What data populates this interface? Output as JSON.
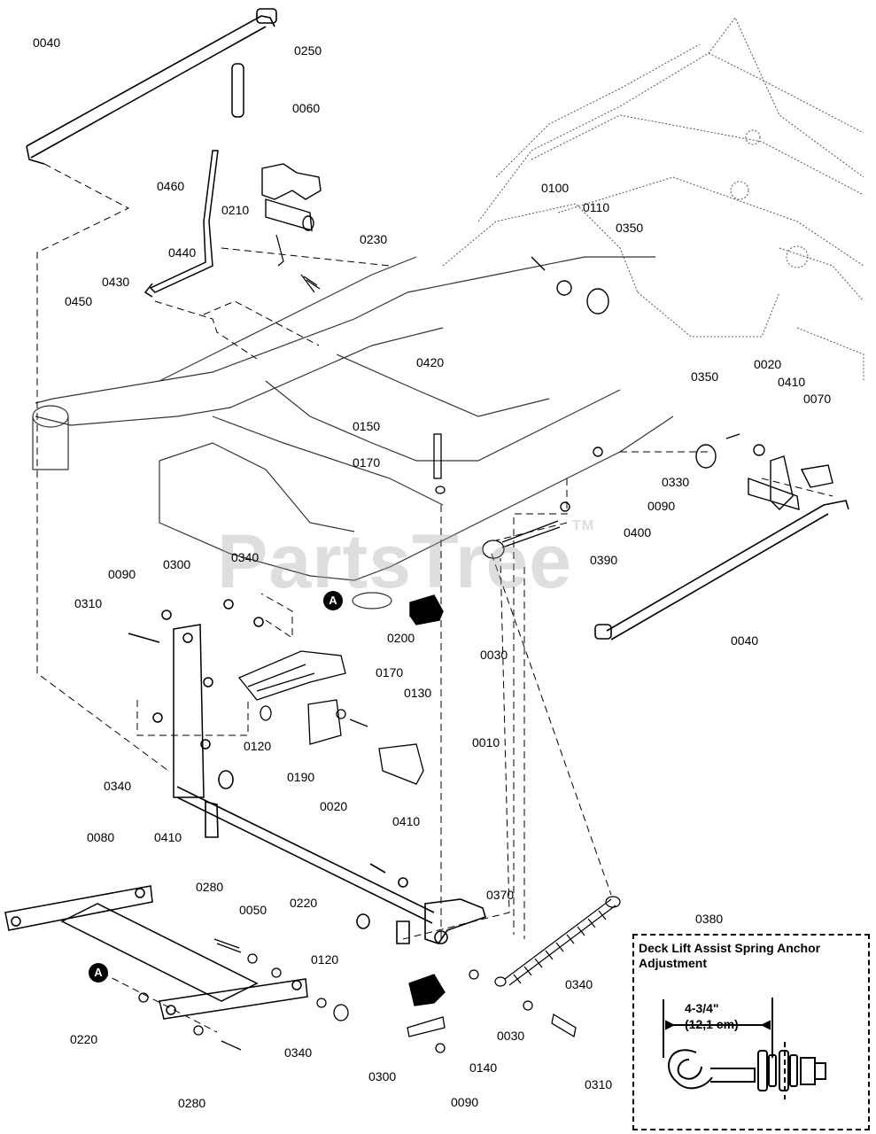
{
  "diagram": {
    "watermark": "PartsTree",
    "watermark_mark": "TM",
    "callout": "A",
    "labels": {
      "l0040_top": "0040",
      "l0250": "0250",
      "l0060": "0060",
      "l0460": "0460",
      "l0210": "0210",
      "l0230": "0230",
      "l0440": "0440",
      "l0430": "0430",
      "l0450": "0450",
      "l0420": "0420",
      "l0100": "0100",
      "l0110": "0110",
      "l0350_top": "0350",
      "l0350_right": "0350",
      "l0020_right": "0020",
      "l0410_right": "0410",
      "l0070": "0070",
      "l0150": "0150",
      "l0170_top": "0170",
      "l0330": "0330",
      "l0090_right": "0090",
      "l0400": "0400",
      "l0390": "0390",
      "l0040_right": "0040",
      "l0090_left": "0090",
      "l0300_top": "0300",
      "l0340_top": "0340",
      "l0310_left": "0310",
      "l0200": "0200",
      "l0030_top": "0030",
      "l0170_mid": "0170",
      "l0130": "0130",
      "l0010": "0010",
      "l0120_top": "0120",
      "l0190": "0190",
      "l0340_left": "0340",
      "l0410_left": "0410",
      "l0020_mid": "0020",
      "l0410_mid": "0410",
      "l0080": "0080",
      "l0280_top": "0280",
      "l0220_top": "0220",
      "l0050": "0050",
      "l0370": "0370",
      "l0380": "0380",
      "l0120_bot": "0120",
      "l0220_bot": "0220",
      "l0340_bot": "0340",
      "l0300_bot": "0300",
      "l0280_bot": "0280",
      "l0030_bot": "0030",
      "l0140": "0140",
      "l0090_bot": "0090",
      "l0340_br": "0340",
      "l0310_br": "0310"
    },
    "inset": {
      "title": "Deck Lift Assist Spring Anchor Adjustment",
      "dimension_in": "4-3/4\"",
      "dimension_cm": "(12,1 cm)"
    }
  }
}
